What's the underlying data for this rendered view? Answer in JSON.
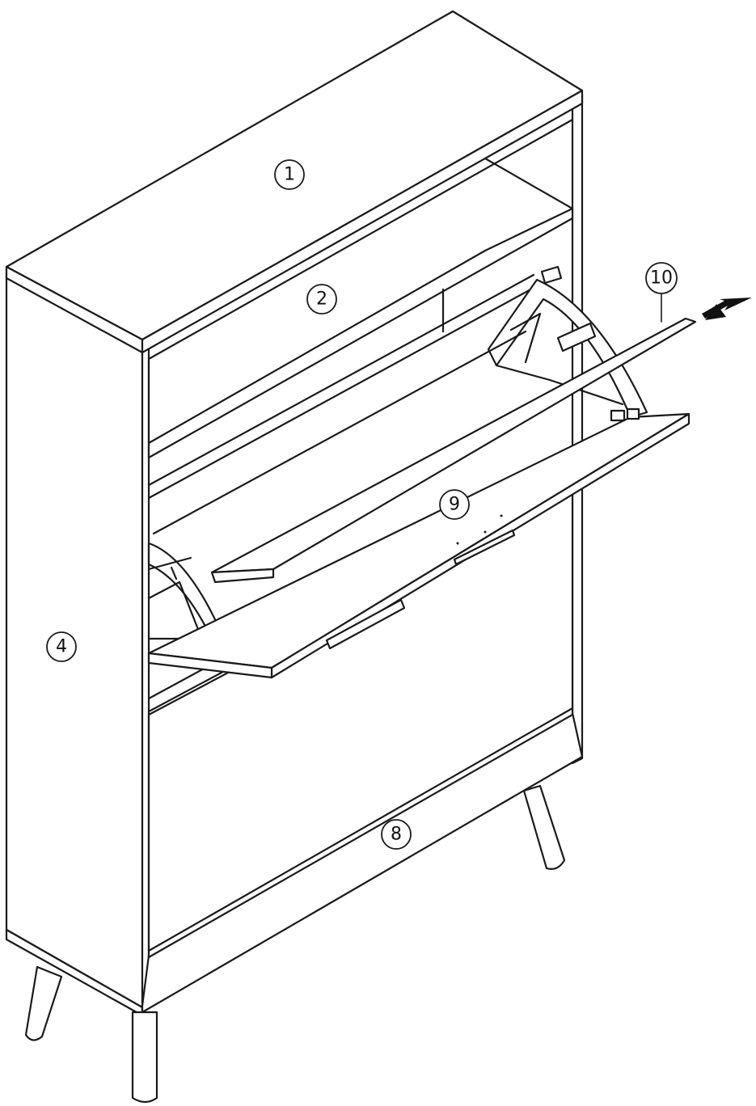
{
  "callouts": {
    "top_panel": "1",
    "shelf": "2",
    "side_panel": "4",
    "bottom_door": "8",
    "flap_door": "9",
    "flap_top_edge": "10"
  },
  "colors": {
    "line": "#1a1a1a",
    "fill": "#ffffff",
    "arrow": "#111111"
  },
  "icons": {
    "direction_arrow": "arrow-pointing-left"
  }
}
